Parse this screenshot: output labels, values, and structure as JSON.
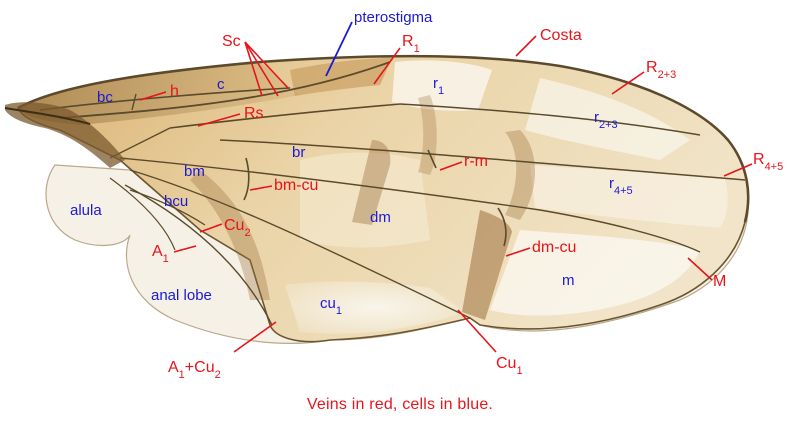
{
  "colors": {
    "vein_label": "#e8141b",
    "cell_label": "#1a1ad6",
    "pterostigma": "#1a1ad6",
    "wing_tan": "#e3c48f",
    "wing_light": "#f3ead8",
    "vein": "#5b4a2b"
  },
  "vein_labels": [
    {
      "key": "sc",
      "text": "Sc"
    },
    {
      "key": "r1",
      "text": "R",
      "sub": "1"
    },
    {
      "key": "costa",
      "text": "Costa"
    },
    {
      "key": "r23",
      "text": "R",
      "sub": "2+3"
    },
    {
      "key": "h",
      "text": "h"
    },
    {
      "key": "rs",
      "text": "Rs"
    },
    {
      "key": "r45",
      "text": "R",
      "sub": "4+5"
    },
    {
      "key": "rm",
      "text": "r-m"
    },
    {
      "key": "bmcu",
      "text": "bm-cu"
    },
    {
      "key": "cu2",
      "text": "Cu",
      "sub": "2"
    },
    {
      "key": "a1",
      "text": "A",
      "sub": "1"
    },
    {
      "key": "dmcu",
      "text": "dm-cu"
    },
    {
      "key": "m",
      "text": "M"
    },
    {
      "key": "a1cu2",
      "text": "A",
      "sub": "1",
      "text2": "+Cu",
      "sub2": "2"
    },
    {
      "key": "cu1",
      "text": "Cu",
      "sub": "1"
    }
  ],
  "cell_labels": [
    {
      "key": "bc",
      "text": "bc"
    },
    {
      "key": "c",
      "text": "c"
    },
    {
      "key": "r1cell",
      "text": "r",
      "sub": "1"
    },
    {
      "key": "r23cell",
      "text": "r",
      "sub": "2+3"
    },
    {
      "key": "br",
      "text": "br"
    },
    {
      "key": "bm",
      "text": "bm"
    },
    {
      "key": "r45cell",
      "text": "r",
      "sub": "4+5"
    },
    {
      "key": "bcu",
      "text": "bcu"
    },
    {
      "key": "alula",
      "text": "alula"
    },
    {
      "key": "dm",
      "text": "dm"
    },
    {
      "key": "anal",
      "text": "anal lobe"
    },
    {
      "key": "mcell",
      "text": "m"
    },
    {
      "key": "cu1cell",
      "text": "cu",
      "sub": "1"
    }
  ],
  "pterostigma_label": "pterostigma",
  "caption": "Veins in red, cells in blue."
}
